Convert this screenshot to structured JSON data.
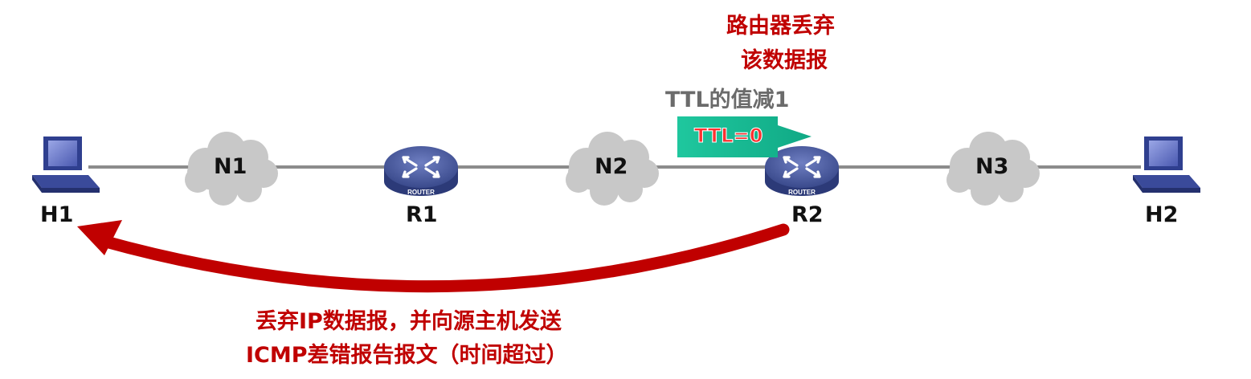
{
  "colors": {
    "link": "#8c8c8c",
    "cloud": "#c8c8c8",
    "router": "#3d4f91",
    "host": "#2f3f8f",
    "arrow": "#c00000",
    "ttl_box": "#16b894",
    "ttl_text": "#ff3030"
  },
  "nodes": {
    "h1": "H1",
    "n1": "N1",
    "r1": "R1",
    "n2": "N2",
    "r2": "R2",
    "n3": "N3",
    "h2": "H2"
  },
  "router_icon_text": "ROUTER",
  "annotations": {
    "discard_line1": "路由器丢弃",
    "discard_line2": "该数据报",
    "ttl_decrement": "TTL的值减1",
    "ttl_value": "TTL=0",
    "icmp_line1": "丢弃IP数据报，并向源主机发送",
    "icmp_line2": "ICMP差错报告报文（时间超过）"
  },
  "icons": [
    "computer-icon",
    "cloud-icon",
    "router-icon",
    "arrow-icon"
  ]
}
